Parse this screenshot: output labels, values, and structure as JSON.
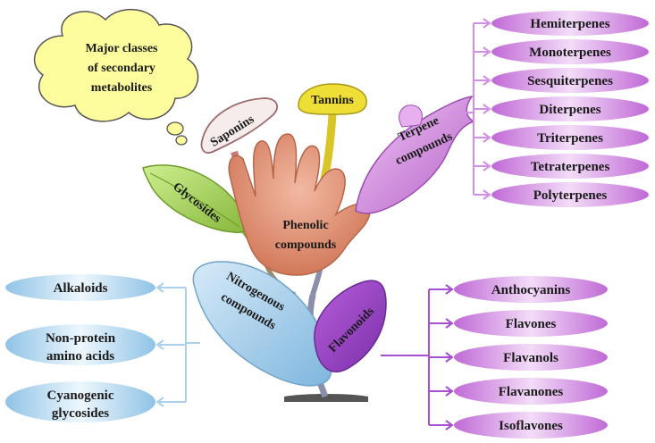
{
  "cloud": {
    "line1": "Major classes",
    "line2": "of secondary",
    "line3": "metabolites"
  },
  "center": {
    "line1": "Phenolic",
    "line2": "compounds"
  },
  "labels": {
    "saponins": "Saponins",
    "tannins": "Tannins",
    "glycosides": "Glycosides",
    "terpene_line1": "Terpene",
    "terpene_line2": "compounds",
    "nitrogenous_line1": "Nitrogenous",
    "nitrogenous_line2": "compounds",
    "flavonoids": "Flavonoids"
  },
  "terpenes": [
    "Hemiterpenes",
    "Monoterpenes",
    "Sesquiterpenes",
    "Diterpenes",
    "Triterpenes",
    "Tetraterpenes",
    "Polyterpenes"
  ],
  "flavonoid_items": [
    "Anthocyanins",
    "Flavones",
    "Flavanols",
    "Flavanones",
    "Isoflavones"
  ],
  "nitrogen_items": [
    {
      "line1": "Alkaloids",
      "line2": ""
    },
    {
      "line1": "Non-protein",
      "line2": "amino acids"
    },
    {
      "line1": "Cyanogenic",
      "line2": "glycosides"
    }
  ],
  "colors": {
    "terpene": "#d58ee6",
    "flavonoid": "#a64fd1",
    "nitrogen": "#a9d1ec",
    "phenolic": "#e69a80",
    "glycoside": "#b6e26c",
    "tannin": "#efde35",
    "cloud": "#fdfd9d"
  }
}
